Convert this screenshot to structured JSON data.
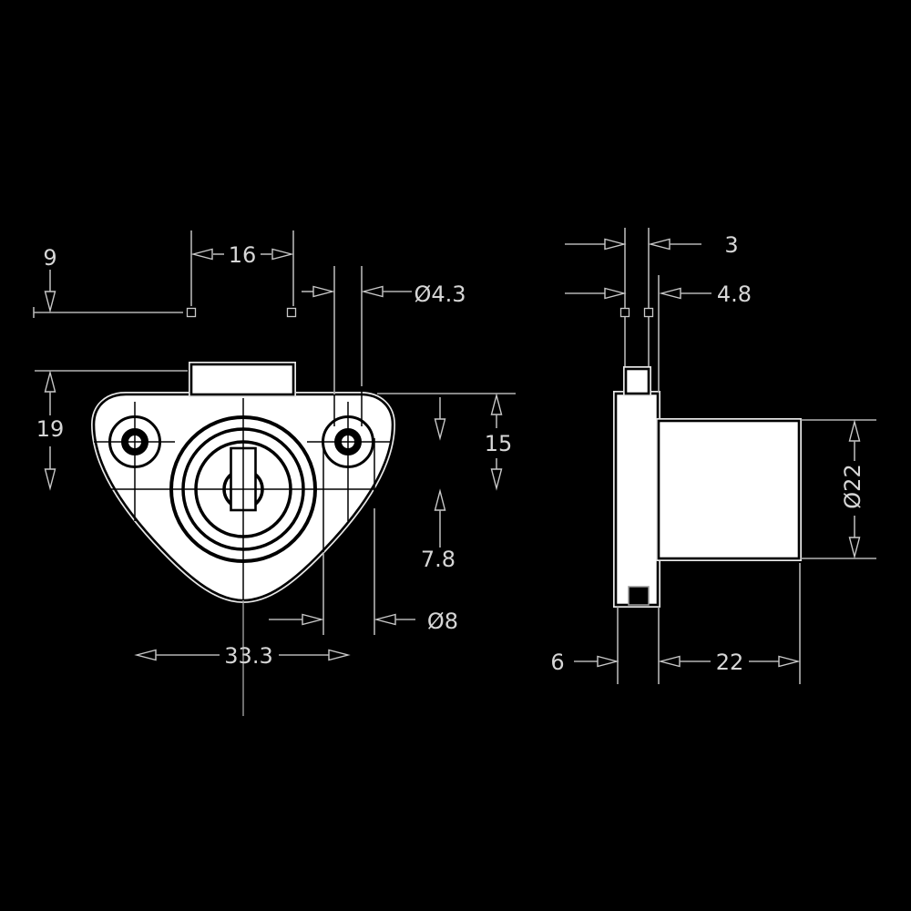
{
  "title": "Furniture drawer lock dimension drawing",
  "colors": {
    "background": "#000000",
    "dimension_lines": "#b4b4b4",
    "dimension_text": "#d6d6d6",
    "part_fill": "#ffffff",
    "part_outline": "#000000"
  },
  "views": {
    "front": {
      "name": "front-view",
      "dimensions": {
        "bolt_throw": "9",
        "bolt_width": "16",
        "fixing_hole_diameter": "Ø4.3",
        "bolt_top_to_centre": "19",
        "plate_top_to_centre": "15",
        "fixing_hole_to_centre": "7.8",
        "counterbore_diameter": "Ø8",
        "fixing_hole_centres": "33.3"
      }
    },
    "side": {
      "name": "side-view",
      "dimensions": {
        "bolt_thickness": "3",
        "bolt_and_plate_depth": "4.8",
        "body_diameter": "Ø22",
        "plate_depth": "6",
        "body_depth": "22"
      }
    }
  }
}
